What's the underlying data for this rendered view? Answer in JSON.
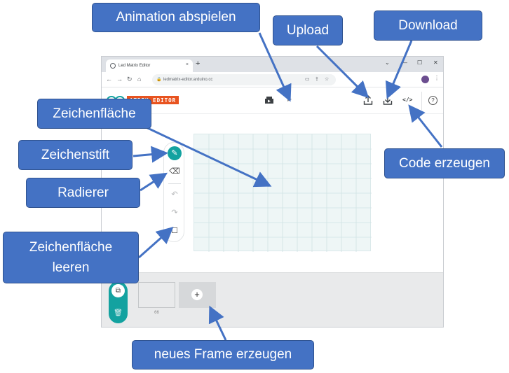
{
  "browser": {
    "tab_title": "Led Matrix Editor",
    "tab_close": "×",
    "new_tab": "+",
    "url": "ledmatrix-editor.arduino.cc",
    "window_minimize": "—",
    "window_maximize": "☐",
    "window_close": "✕",
    "collapse": "⌄"
  },
  "app": {
    "brand_label": "ATRIX EDITOR",
    "frame_label": "66",
    "play_glyph": "▶",
    "accent_color": "#13a2a0",
    "brand_color": "#e8531f"
  },
  "callouts": {
    "play": "Animation abspielen",
    "upload": "Upload",
    "download": "Download",
    "canvas": "Zeichenfläche",
    "pen": "Zeichenstift",
    "eraser": "Radierer",
    "code": "Code erzeugen",
    "clear_1": "Zeichenfläche",
    "clear_2": "leeren",
    "new_frame": "neues Frame erzeugen"
  },
  "colors": {
    "callout_fill": "#4472c4",
    "arrow": "#4472c4"
  }
}
